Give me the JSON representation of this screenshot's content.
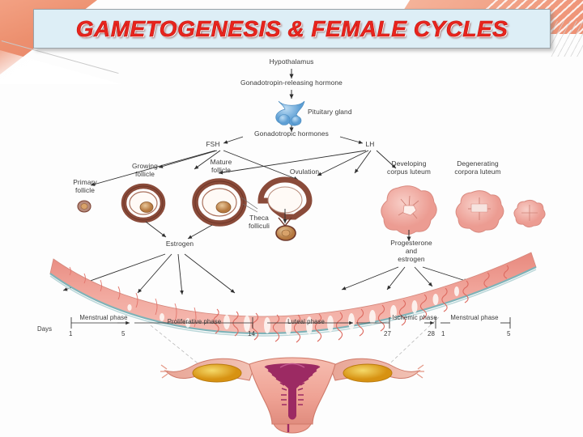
{
  "slide": {
    "title": "GAMETOGENESIS & FEMALE CYCLES",
    "title_box_fill": "#ddeef6",
    "title_text_color": "#e8241d",
    "accent_color": "#e8826a",
    "background": "#fdfdfd"
  },
  "diagram": {
    "name": "female-reproductive-cycle-diagram",
    "axis": {
      "days_label": "Days",
      "phases": [
        {
          "name": "Menstrual phase",
          "start_day": "1",
          "end_day": "5"
        },
        {
          "name": "Proliferative phase",
          "start_day": "5",
          "end_day": "14"
        },
        {
          "name": "Luteal phase",
          "start_day": "14",
          "end_day": "27"
        },
        {
          "name": "Ischemic phase",
          "start_day": "27",
          "end_day": "28"
        },
        {
          "name": "Menstrual phase",
          "start_day": "1",
          "end_day": "5"
        }
      ],
      "tick_days": [
        "1",
        "5",
        "14",
        "27",
        "28",
        "1",
        "5"
      ]
    },
    "nodes": {
      "hypothalamus": "Hypothalamus",
      "gnrh": "Gonadotropin-releasing hormone",
      "pituitary": "Pituitary gland",
      "gonadotropic": "Gonadotropic hormones",
      "fsh": "FSH",
      "lh": "LH",
      "primary_follicle": "Primary\nfollicle",
      "growing_follicle": "Growing\nfollicle",
      "mature_follicle": "Mature\nfollicle",
      "theca_folliculi": "Theca\nfolliculi",
      "ovulation": "Ovulation",
      "developing_cl": "Developing\ncorpus luteum",
      "degenerating_cl": "Degenerating\ncorpora luteum",
      "estrogen": "Estrogen",
      "progesterone_estrogen": "Progesterone\nand\nestrogen"
    },
    "colors": {
      "follicle_ring": "#8a4b3a",
      "oocyte": "#c98e53",
      "corpus_luteum": "#f0a9a0",
      "endometrium": "#f0a79e",
      "myometrium": "#7fb3b8",
      "pituitary": "#6aa7d8",
      "uterus_body": "#f0a79e",
      "uterus_cavity": "#9c2a63",
      "ovary": "#e8b52a"
    }
  }
}
